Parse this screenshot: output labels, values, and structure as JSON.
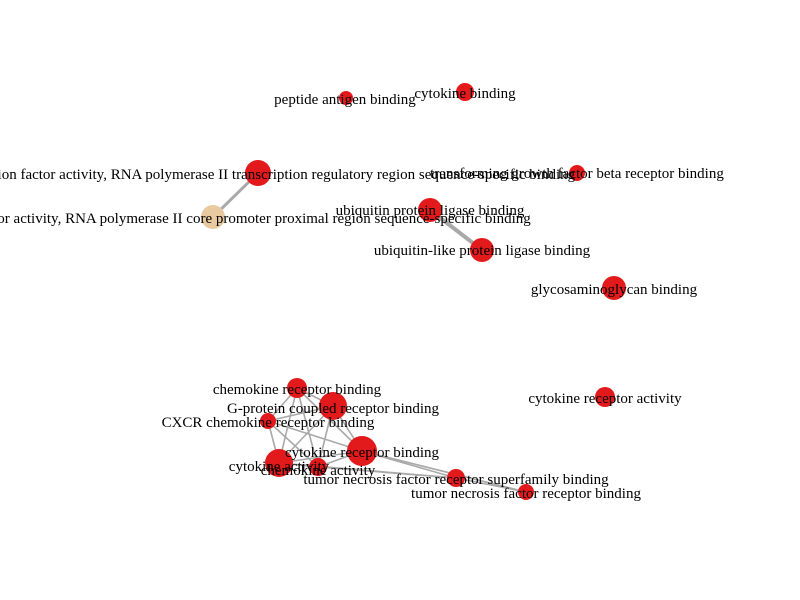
{
  "colors": {
    "background": "#ffffff",
    "edge": "#a9a9a9",
    "node_default": "#e31a1c",
    "node_tan": "#e8c9a0",
    "label": "#000000"
  },
  "graph": {
    "nodes": [
      {
        "id": "peptide",
        "label": "peptide antigen binding",
        "color": "#e31a1c"
      },
      {
        "id": "cytokine-binding",
        "label": "cytokine binding",
        "color": "#e31a1c"
      },
      {
        "id": "tf-activator",
        "label": "transcription factor activity, RNA polymerase II transcription regulatory region sequence-specific binding",
        "color": "#e31a1c"
      },
      {
        "id": "tgfb",
        "label": "transforming growth factor beta receptor binding",
        "color": "#e31a1c"
      },
      {
        "id": "tf-core",
        "label": "transcription factor activity, RNA polymerase II core promoter proximal region sequence-specific binding",
        "color": "#e8c9a0"
      },
      {
        "id": "ubiq-ligase",
        "label": "ubiquitin protein ligase binding",
        "color": "#e31a1c"
      },
      {
        "id": "ubiq-like",
        "label": "ubiquitin-like protein ligase binding",
        "color": "#e31a1c"
      },
      {
        "id": "glycos",
        "label": "glycosaminoglycan binding",
        "color": "#e31a1c"
      },
      {
        "id": "chemokine-rb",
        "label": "chemokine receptor binding",
        "color": "#e31a1c"
      },
      {
        "id": "gpcr",
        "label": "G-protein coupled receptor binding",
        "color": "#e31a1c"
      },
      {
        "id": "cxcr",
        "label": "CXCR chemokine receptor binding",
        "color": "#e31a1c"
      },
      {
        "id": "cytokine-rb",
        "label": "cytokine receptor binding",
        "color": "#e31a1c"
      },
      {
        "id": "cytokine-activity",
        "label": "cytokine activity",
        "color": "#e31a1c"
      },
      {
        "id": "chemokine-activity",
        "label": "chemokine activity",
        "color": "#e31a1c"
      },
      {
        "id": "tnfsf",
        "label": "tumor necrosis factor receptor superfamily binding",
        "color": "#e31a1c"
      },
      {
        "id": "tnf",
        "label": "tumor necrosis factor receptor binding",
        "color": "#e31a1c"
      },
      {
        "id": "cytokine-ra",
        "label": "cytokine receptor activity",
        "color": "#e31a1c"
      }
    ],
    "edges": [
      [
        "tf-activator",
        "tf-core"
      ],
      [
        "ubiq-ligase",
        "ubiq-like"
      ],
      [
        "chemokine-rb",
        "gpcr"
      ],
      [
        "chemokine-rb",
        "cxcr"
      ],
      [
        "chemokine-rb",
        "cytokine-rb"
      ],
      [
        "chemokine-rb",
        "cytokine-activity"
      ],
      [
        "chemokine-rb",
        "chemokine-activity"
      ],
      [
        "gpcr",
        "cxcr"
      ],
      [
        "gpcr",
        "cytokine-rb"
      ],
      [
        "gpcr",
        "cytokine-activity"
      ],
      [
        "gpcr",
        "chemokine-activity"
      ],
      [
        "cxcr",
        "cytokine-rb"
      ],
      [
        "cxcr",
        "cytokine-activity"
      ],
      [
        "cxcr",
        "chemokine-activity"
      ],
      [
        "cytokine-rb",
        "cytokine-activity"
      ],
      [
        "cytokine-rb",
        "chemokine-activity"
      ],
      [
        "cytokine-rb",
        "tnfsf"
      ],
      [
        "cytokine-rb",
        "tnf"
      ],
      [
        "cytokine-activity",
        "chemokine-activity"
      ],
      [
        "cytokine-activity",
        "tnfsf"
      ],
      [
        "chemokine-activity",
        "tnfsf"
      ],
      [
        "tnfsf",
        "tnf"
      ]
    ]
  }
}
